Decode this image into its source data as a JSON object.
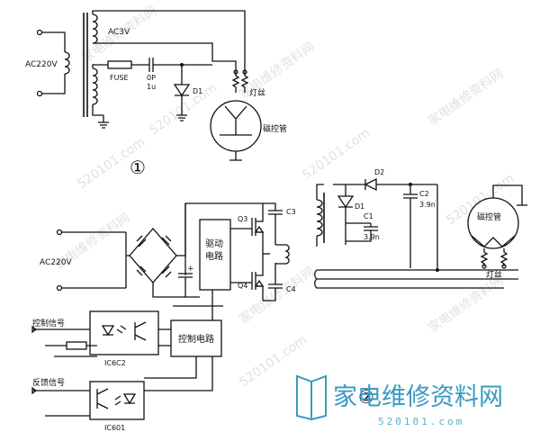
{
  "diagram1": {
    "marker": "①",
    "source_label": "AC220V",
    "secondary_label": "AC3V",
    "fuse_label": "FUSE",
    "cap_label": "0P",
    "cap_value": "1u",
    "diode_label": "D1",
    "filament_label": "灯丝",
    "tube_label": "磁控管"
  },
  "diagram2": {
    "marker": "②",
    "source_label": "AC220V",
    "drive_circuit_label_1": "驱动",
    "drive_circuit_label_2": "电路",
    "control_circuit_label": "控制电路",
    "control_signal_label": "控制信号",
    "feedback_signal_label": "反馈信号",
    "opto1_label": "IC6C2",
    "opto2_label": "IC601",
    "q3_label": "Q3",
    "q4_label": "Q4",
    "c3_label": "C3",
    "c4_label": "C4",
    "d1_label": "D1",
    "d2_label": "D2",
    "c1_label": "C1",
    "c1_value": "3.9n",
    "c2_label": "C2",
    "c2_value": "3.9n",
    "tube_label": "磁控管",
    "filament_label": "灯丝",
    "plus_sign": "+"
  },
  "watermark": {
    "site_name": "家电维修资料网",
    "site_domain": "520101.com",
    "logo_text": "家电维修资料网",
    "logo_url": "520101.com"
  },
  "colors": {
    "ink": "#111111",
    "logo": "#3a9ac2",
    "watermark": "#c9c9c9"
  }
}
